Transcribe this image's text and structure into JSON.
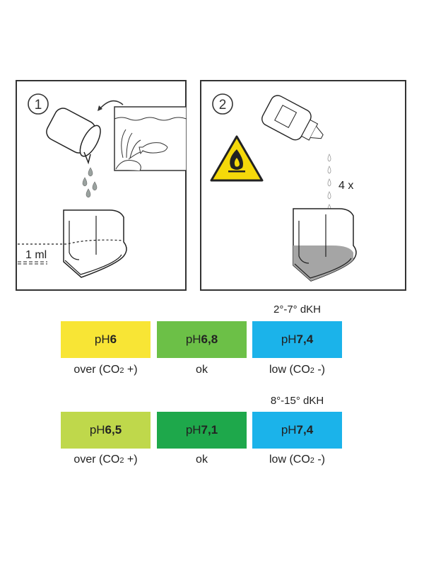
{
  "steps": [
    {
      "number": "1",
      "volume": "1 ml"
    },
    {
      "number": "2",
      "drops": "4 x"
    }
  ],
  "colors": {
    "yellow": "#f8e535",
    "green": "#6cc047",
    "blue": "#1bb3ea",
    "lime": "#bfd84b",
    "darkgreen": "#1ea84b",
    "warning": "#f5d90a"
  },
  "tables": [
    {
      "header": "2°-7° dKH",
      "cells": [
        {
          "prefix": "pH",
          "value": "6",
          "label": "over (CO",
          "sub": "2",
          "suffix": " +)"
        },
        {
          "prefix": "pH",
          "value": "6,8",
          "label": "ok",
          "sub": "",
          "suffix": ""
        },
        {
          "prefix": "pH",
          "value": "7,4",
          "label": "low (CO",
          "sub": "2",
          "suffix": " -)"
        }
      ]
    },
    {
      "header": "8°-15° dKH",
      "cells": [
        {
          "prefix": "pH",
          "value": "6,5",
          "label": "over (CO",
          "sub": "2",
          "suffix": " +)"
        },
        {
          "prefix": "pH",
          "value": "7,1",
          "label": "ok",
          "sub": "",
          "suffix": ""
        },
        {
          "prefix": "pH",
          "value": "7,4",
          "label": "low (CO",
          "sub": "2",
          "suffix": " -)"
        }
      ]
    }
  ]
}
